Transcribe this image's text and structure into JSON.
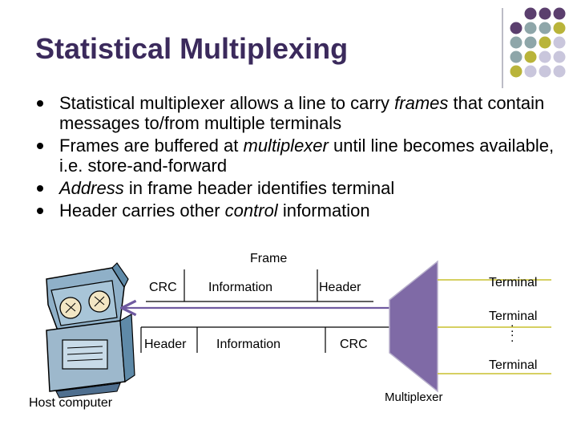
{
  "slide": {
    "title": "Statistical Multiplexing",
    "bullets": [
      {
        "parts": [
          {
            "text": "Statistical multiplexer allows a line to carry ",
            "italic": false
          },
          {
            "text": "frames",
            "italic": true
          },
          {
            "text": " that contain messages to/from multiple terminals",
            "italic": false
          }
        ]
      },
      {
        "parts": [
          {
            "text": "Frames are buffered at ",
            "italic": false
          },
          {
            "text": "multiplexer",
            "italic": true
          },
          {
            "text": " until line becomes available, i.e. store-and-forward",
            "italic": false
          }
        ]
      },
      {
        "parts": [
          {
            "text": "Address",
            "italic": true
          },
          {
            "text": " in frame header identifies terminal",
            "italic": false
          }
        ]
      },
      {
        "parts": [
          {
            "text": "Header carries other ",
            "italic": false
          },
          {
            "text": "control",
            "italic": true
          },
          {
            "text": " information",
            "italic": false
          }
        ]
      }
    ]
  },
  "diagram": {
    "frame_label": "Frame",
    "upper_frame": {
      "field1": "CRC",
      "field2": "Information",
      "field3": "Header"
    },
    "lower_frame": {
      "field1": "Header",
      "field2": "Information",
      "field3": "CRC"
    },
    "terminals": [
      "Terminal",
      "Terminal",
      "Terminal"
    ],
    "ellipsis": ":",
    "host_label": "Host computer",
    "multiplexer_label": "Multiplexer"
  },
  "colors": {
    "title": "#3b2a5c",
    "multiplexer_fill": "#7f6aa6",
    "terminal_lines": "#c9c02e",
    "trunk_line": "#6f5aa0",
    "dot_purple": "#5b3f6e",
    "dot_teal": "#8ea6a9",
    "dot_olive": "#b9b43a",
    "dot_lavender": "#c9c6dc"
  }
}
